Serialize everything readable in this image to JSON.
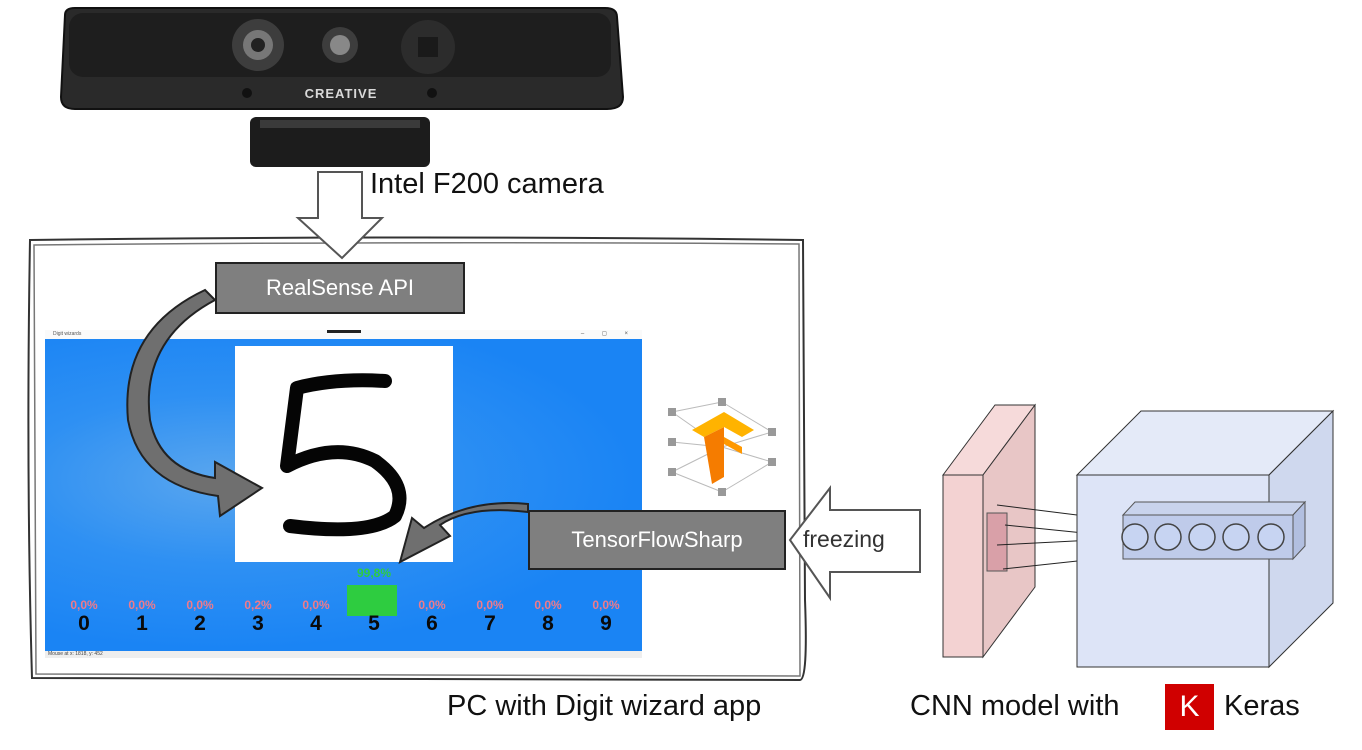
{
  "camera": {
    "brand": "CREATIVE",
    "caption": "Intel F200 camera"
  },
  "arrows": {
    "realsense_label": "RealSense API",
    "tensorflowsharp_label": "TensorFlowSharp",
    "freezing_label": "freezing"
  },
  "app": {
    "window_title": "Digit wizards",
    "controls": "– ◻ ×",
    "drawn_digit": "5",
    "status_text": "Mouse at x: 1818, y: 452",
    "digits": [
      {
        "label": "0",
        "percent": "0,0%"
      },
      {
        "label": "1",
        "percent": "0,0%"
      },
      {
        "label": "2",
        "percent": "0,0%"
      },
      {
        "label": "3",
        "percent": "0,2%"
      },
      {
        "label": "4",
        "percent": "0,0%"
      },
      {
        "label": "5",
        "percent": "99,8%"
      },
      {
        "label": "6",
        "percent": "0,0%"
      },
      {
        "label": "7",
        "percent": "0,0%"
      },
      {
        "label": "8",
        "percent": "0,0%"
      },
      {
        "label": "9",
        "percent": "0,0%"
      }
    ],
    "highlight_color": "#2ecc40",
    "background_color": "#1a84f4"
  },
  "captions": {
    "pc": "PC with Digit wizard app",
    "cnn": "CNN model with"
  },
  "keras": {
    "logo_letter": "K",
    "name": "Keras",
    "color": "#d00000"
  },
  "icons": [
    "camera-icon",
    "tensorflow-logo-icon",
    "cnn-diagram-icon",
    "keras-logo-icon"
  ]
}
